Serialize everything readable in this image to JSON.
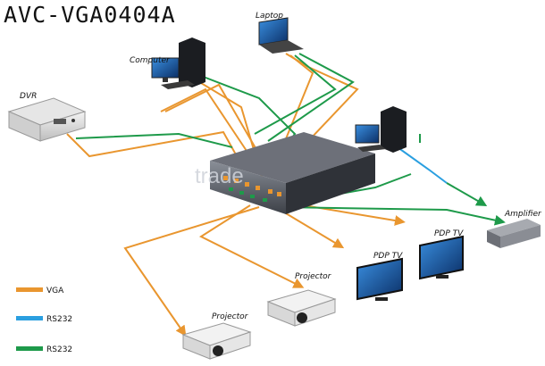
{
  "title": "AVC-VGA0404A",
  "devices": {
    "dvr": "DVR",
    "computer": "Computer",
    "laptop": "Laptop",
    "projector_1": "Projector",
    "projector_2": "Projector",
    "pdp_tv_1": "PDP TV",
    "pdp_tv_2": "PDP TV",
    "amplifier": "Amplifier"
  },
  "watermark": "trade",
  "legend": [
    {
      "label": "VGA",
      "color": "#e9962f"
    },
    {
      "label": "RS232",
      "color": "#2a9fe0"
    },
    {
      "label": "RS232",
      "color": "#1e9a4a"
    }
  ],
  "colors": {
    "vga": "#e9962f",
    "rs232_blue": "#2a9fe0",
    "rs232_green": "#1e9a4a"
  }
}
